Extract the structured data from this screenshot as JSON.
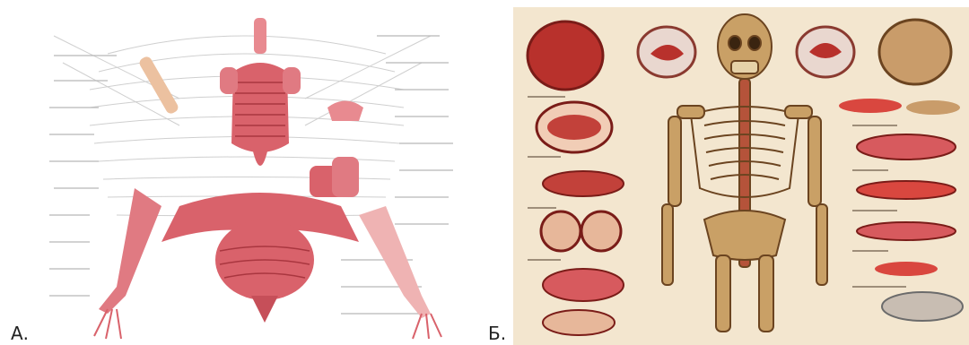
{
  "panels": [
    {
      "caption": "А.",
      "image": "anatomical-illustration-muscular-pelvis"
    },
    {
      "caption": "Б.",
      "image": "anatomical-poster-skeleton-with-organ-cross-sections"
    }
  ],
  "colors": {
    "muscle": "#d9626b",
    "muscle_light": "#efb3b3",
    "bone": "#c9a066",
    "bone_dark": "#8a5a2b",
    "parchment": "#f3e6cf",
    "line": "#c8c8c8"
  }
}
